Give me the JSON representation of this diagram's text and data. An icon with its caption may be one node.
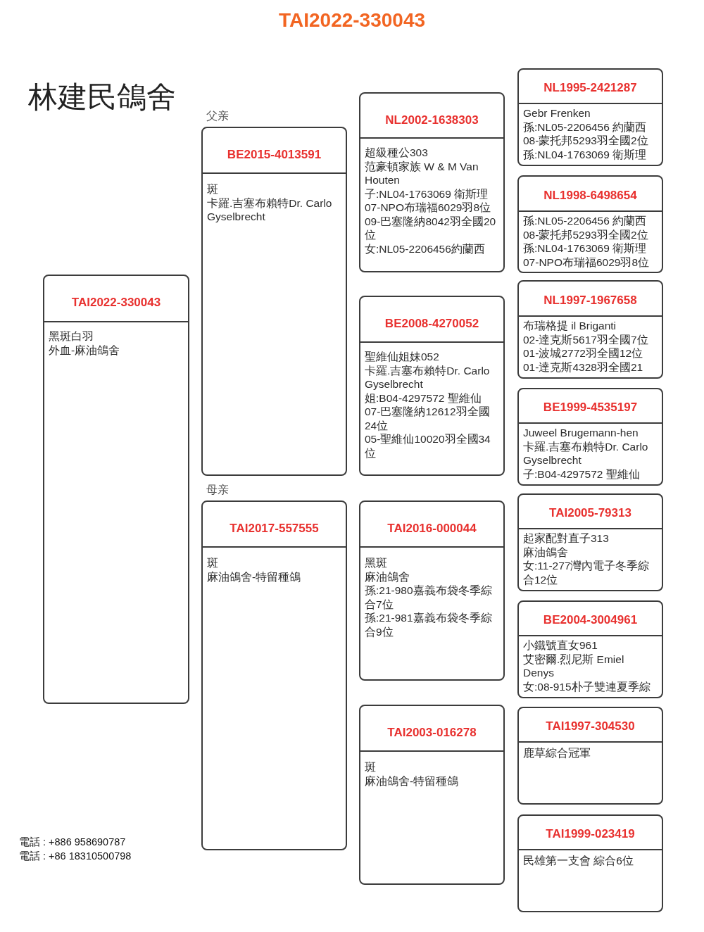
{
  "diagram": {
    "title": "TAI2022-330043",
    "nodes": [
      {
        "text": [
          "TAI2022-330043",
          "黑斑白羽",
          "外血-麻油鴿舍"
        ]
      },
      {
        "text": [
          "BE2015-4013591",
          "斑",
          "卡羅.吉塞布賴特Dr. Carlo Gyselbrecht"
        ],
        "beside": [
          "父亲"
        ]
      },
      {
        "text": [
          "TAI2017-557555",
          "斑",
          "麻油鴿舍-特留種鴿"
        ],
        "beside": [
          "母亲"
        ]
      },
      {
        "text": [
          "NL2002-1638303",
          "超級種公303",
          "范豪頓家族 W & M Van Houten",
          "子:NL04-1763069 衛斯理",
          "07-NPO布瑞福6029羽8位",
          "09-巴塞隆納8042羽全國20位",
          "女:NL05-2206456約蘭西"
        ]
      },
      {
        "text": [
          "BE2008-4270052",
          "聖維仙姐妹052",
          "卡羅.吉塞布賴特Dr. Carlo Gyselbrecht",
          "姐:B04-4297572 聖維仙",
          "07-巴塞隆納12612羽全國24位",
          "05-聖維仙10020羽全國34位"
        ]
      },
      {
        "text": [
          "TAI2016-000044",
          "黑斑",
          "麻油鴿舍",
          "孫:21-980嘉義布袋冬季綜合7位",
          "孫:21-981嘉義布袋冬季綜合9位"
        ]
      },
      {
        "text": [
          "TAI2003-016278",
          "斑",
          "麻油鴿舍-特留種鴿"
        ]
      },
      {
        "text": [
          "NL1995-2421287",
          "Gebr Frenken",
          "孫:NL05-2206456 約蘭西",
          "08-蒙托邦5293羽全國2位",
          "孫:NL04-1763069 衛斯理"
        ]
      },
      {
        "text": [
          "NL1998-6498654",
          "孫:NL05-2206456 約蘭西",
          "08-蒙托邦5293羽全國2位",
          "孫:NL04-1763069 衛斯理",
          "07-NPO布瑞福6029羽8位"
        ]
      },
      {
        "text": [
          "NL1997-1967658",
          "布瑞格提 il Briganti",
          "02-達克斯5617羽全國7位",
          "01-波城2772羽全國12位",
          "01-達克斯4328羽全國21"
        ]
      },
      {
        "text": [
          "BE1999-4535197",
          "Juweel Brugemann-hen",
          "卡羅.吉塞布賴特Dr. Carlo Gyselbrecht",
          "子:B04-4297572 聖維仙"
        ]
      },
      {
        "text": [
          "TAI2005-79313",
          "起家配對直子313",
          "麻油鴿舍",
          "女:11-277灣內電子冬季綜合12位"
        ]
      },
      {
        "text": [
          "BE2004-3004961",
          "小鐵號直女961",
          "艾密爾.烈尼斯 Emiel Denys",
          "女:08-915朴子雙連夏季綜"
        ]
      },
      {
        "text": [
          "TAI1997-304530",
          "鹿草綜合冠軍"
        ]
      },
      {
        "text": [
          "TAI1999-023419",
          "民雄第一支會 綜合6位"
        ]
      }
    ],
    "labels": [
      "林建民鴿舍",
      "電話 : +886 958690787",
      "電話 : +86 18310500798"
    ]
  }
}
